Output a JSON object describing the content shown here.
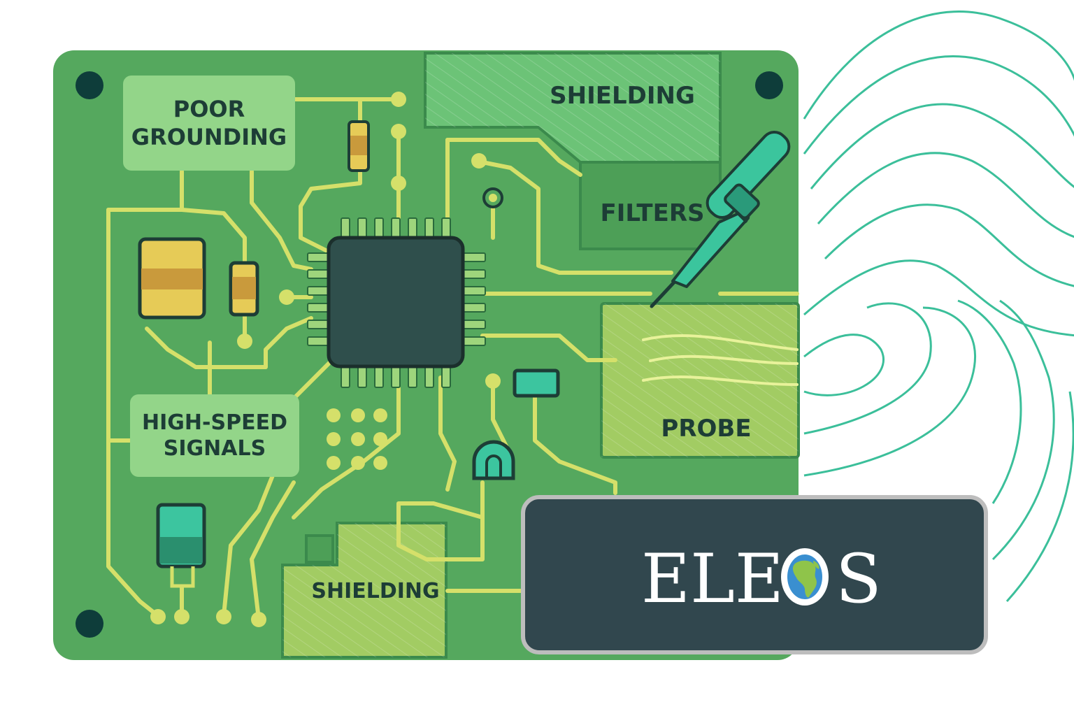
{
  "labels": {
    "poor_grounding": [
      "POOR",
      "GROUNDING"
    ],
    "high_speed_signals": [
      "HIGH-SPEED",
      "SIGNALS"
    ],
    "shielding_top": "SHIELDING",
    "filters": "FILTERS",
    "probe": "PROBE",
    "shielding_bottom": "SHIELDING"
  },
  "logo": {
    "text": "ELEOS",
    "left_part": "ELE",
    "right_part": "S"
  },
  "colors": {
    "board": "#55a85e",
    "trace": "#d5e06a",
    "label_box": "#93d589",
    "chip": "#2f4f4c",
    "logo_bg": "#31474e",
    "wave": "#3bbf9a",
    "probe": "#3bc59d"
  }
}
